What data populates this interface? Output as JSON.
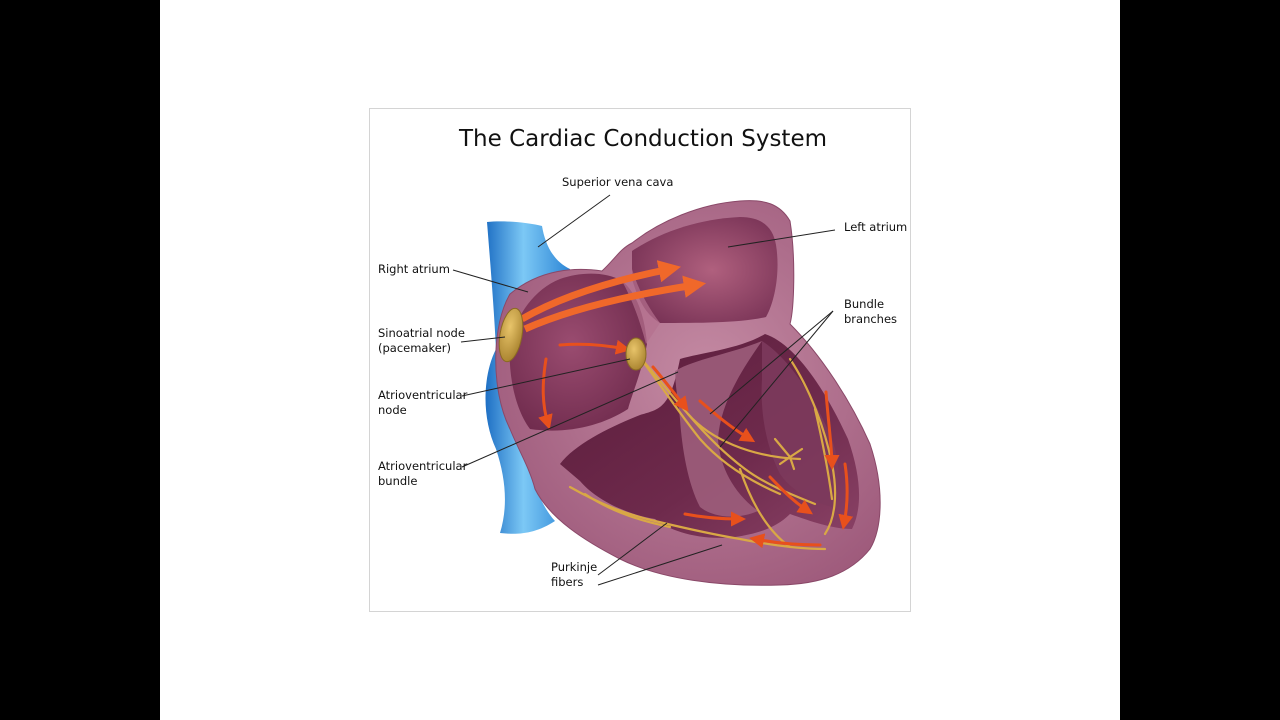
{
  "title": "The Cardiac Conduction System",
  "labels": {
    "superior_vena_cava": "Superior vena cava",
    "left_atrium": "Left atrium",
    "right_atrium": "Right atrium",
    "bundle_branches_l1": "Bundle",
    "bundle_branches_l2": "branches",
    "sinoatrial_l1": "Sinoatrial node",
    "sinoatrial_l2": "(pacemaker)",
    "av_node_l1": "Atrioventricular",
    "av_node_l2": "node",
    "av_bundle_l1": "Atrioventricular",
    "av_bundle_l2": "bundle",
    "purkinje_l1": "Purkinje",
    "purkinje_l2": "fibers"
  },
  "colors": {
    "side_bars": "#000000",
    "slide_bg": "#ffffff",
    "heart_wall": "#a8607e",
    "heart_wall_light": "#c47a96",
    "chamber": "#6a2646",
    "vena_cava": "#3a9ee2",
    "node": "#c9a04a",
    "conduction_arrow": "#e8501c",
    "fiber": "#d9a845"
  }
}
